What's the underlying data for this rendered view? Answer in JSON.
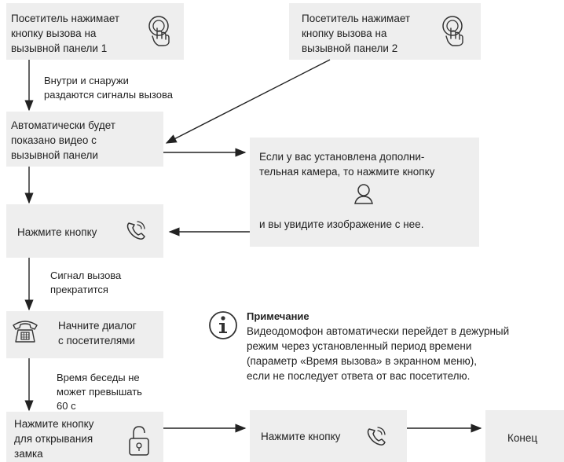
{
  "boxes": {
    "visitor_panel1": "Посетитель нажимает\nкнопку вызова на\nвызывной панели 1",
    "visitor_panel2": "Посетитель нажимает\nкнопку вызова на\nвызывной панели 2",
    "auto_video": "Автоматически будет\nпоказано  видео с\nвызывной панели",
    "camera_line1": "Если у вас установлена дополни-\nтельная камера, то нажмите кнопку",
    "camera_line2": "и вы увидите изображение с нее.",
    "press_button": "Нажмите кнопку",
    "start_dialog": "Начните диалог\nс посетителями",
    "press_unlock": "Нажмите кнопку\nдля открывания\nзамка",
    "press_button2": "Нажмите кнопку",
    "end": "Конец"
  },
  "labels": {
    "signals": "Внутри и снаружи\nраздаются  сигналы вызова",
    "signal_stops": "Сигнал вызова\nпрекратится",
    "talk_time": "Время беседы не\nможет превышать\n60 с"
  },
  "note": {
    "title": "Примечание",
    "body": "Видеодомофон автоматически перейдет в дежурный\nрежим через установленный период времени\n(параметр «Время вызова» в экранном меню),\nесли не последует ответа от вас посетителю."
  },
  "colors": {
    "box_bg": "#eeeeee",
    "arrow": "#222222",
    "icon": "#333333"
  },
  "icons": [
    "touch-button-icon",
    "camera-person-icon",
    "handset-icon",
    "phone-icon",
    "unlock-icon",
    "info-icon"
  ]
}
